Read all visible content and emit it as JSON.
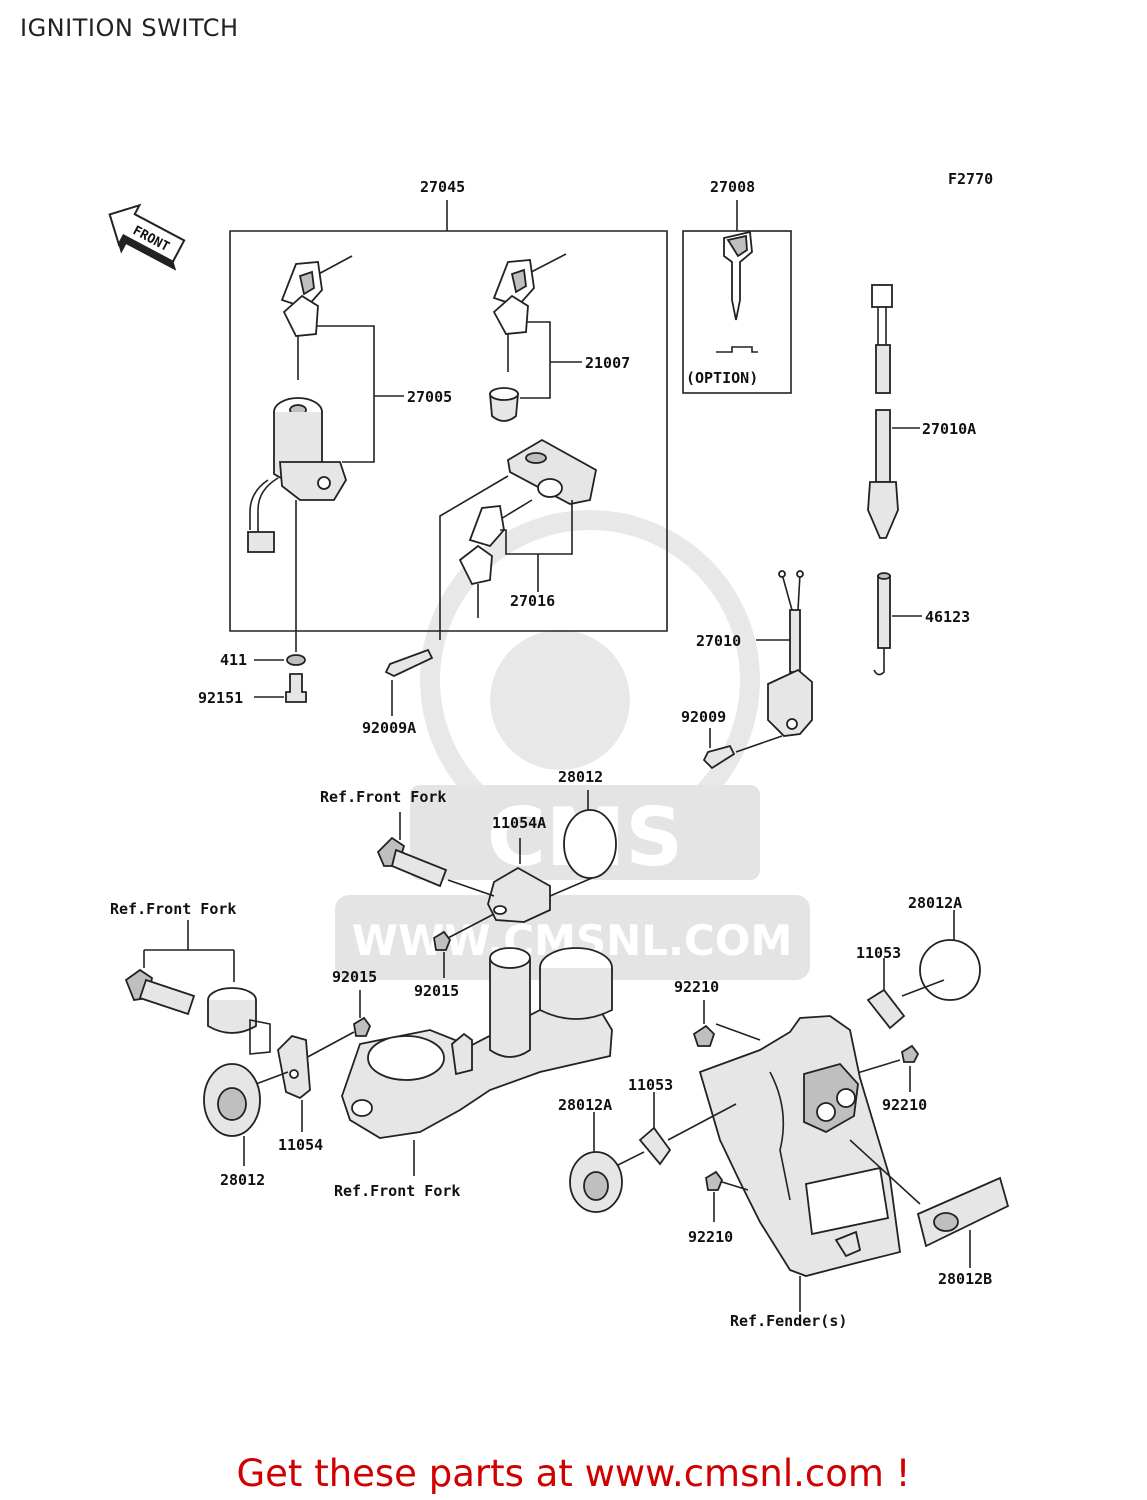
{
  "header": {
    "title": "IGNITION SWITCH"
  },
  "figure_code": "F2770",
  "front_badge": "FRONT",
  "watermark": {
    "brand": "CMS",
    "url": "WWW.CMSNL.COM"
  },
  "labels": {
    "p27045": "27045",
    "p27008": "27008",
    "option": "(OPTION)",
    "p21007": "21007",
    "p27005": "27005",
    "p27010A": "27010A",
    "p27016": "27016",
    "p46123": "46123",
    "p27010": "27010",
    "p411": "411",
    "p92151": "92151",
    "p92009A": "92009A",
    "p92009": "92009",
    "p28012_top": "28012",
    "p11054A": "11054A",
    "ref_fork_1": "Ref.Front Fork",
    "ref_fork_2": "Ref.Front Fork",
    "ref_fork_3": "Ref.Front Fork",
    "p92015_a": "92015",
    "p92015_b": "92015",
    "p28012A_top": "28012A",
    "p11053_a": "11053",
    "p92210_a": "92210",
    "p92210_b": "92210",
    "p11053_b": "11053",
    "p28012A_mid": "28012A",
    "p11054": "11054",
    "p28012_bot": "28012",
    "p92210_c": "92210",
    "p28012B": "28012B",
    "ref_fender": "Ref.Fender(s)"
  },
  "footer": {
    "cta": "Get these parts at www.cmsnl.com !"
  }
}
